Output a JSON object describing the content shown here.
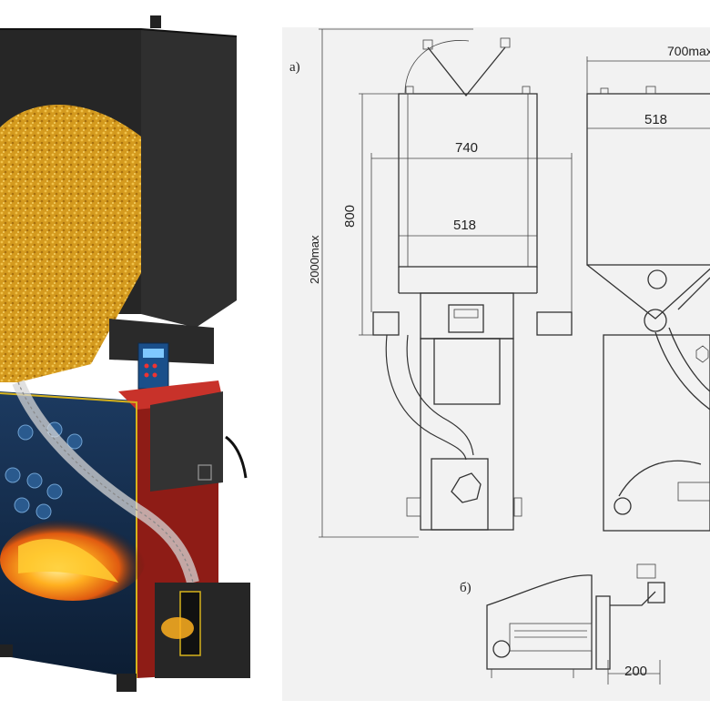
{
  "views": {
    "a_label": "а)",
    "b_label": "б)"
  },
  "dimensions": {
    "total_height": "2000max",
    "hopper_height": "800",
    "overall_width": "740",
    "inner_width_front": "518",
    "side_top_width": "700max",
    "inner_width_side": "518",
    "burner_offset": "200"
  },
  "colors": {
    "pellet": "#d9a227",
    "hopper_gray": "#3a3a3a",
    "boiler_red": "#b3241d",
    "boiler_blue": "#15304f",
    "flame": "#ff9a1a",
    "drawing_bg": "#f2f2f2"
  },
  "icons": [
    "control-panel-icon",
    "flame-icon",
    "auger-tube-icon"
  ]
}
